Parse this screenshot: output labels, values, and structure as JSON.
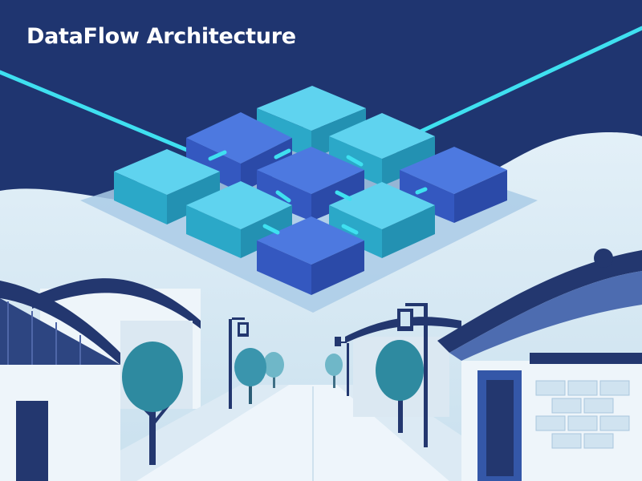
{
  "title": "DataFlow Architecture",
  "colors": {
    "sky": "#1f3570",
    "haze": "#d9ebf5",
    "link": "#3fe0f0",
    "cube_light_top": "#5fd3ef",
    "cube_dark_top": "#4d79e0",
    "roof": "#23376f",
    "tree": "#2e8aa0"
  },
  "icons": [
    "cube-grid-illustration",
    "hanok-roof",
    "street-lamp",
    "tree"
  ]
}
